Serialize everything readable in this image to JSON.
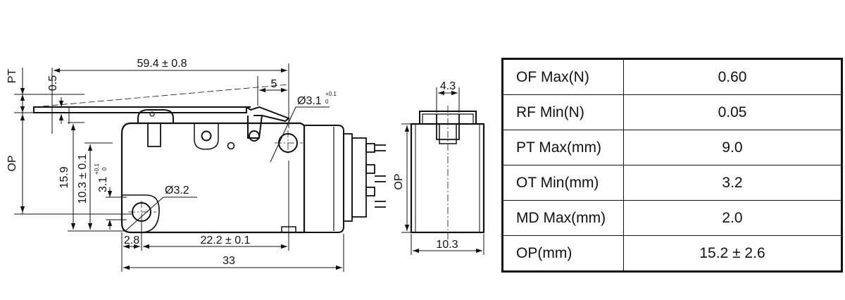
{
  "diagram": {
    "labels": {
      "pt": "PT",
      "op_left": "OP",
      "op_side": "OP",
      "dim_overall_lever": "59.4 ± 0.8",
      "dim_0_5": "0.5",
      "dim_5": "5",
      "dim_hole_top": "Ø3.1",
      "tol_hole_top_plus": "+0.1",
      "tol_hole_top_minus": "0",
      "dim_15_9": "15.9",
      "dim_10_3": "10.3 ± 0.1",
      "dim_3_1": "3.1",
      "tol_3_1_plus": "+0.1",
      "tol_3_1_minus": "0",
      "dim_hole_bottom": "Ø3.2",
      "dim_2_8": "2.8",
      "dim_22_2": "22.2 ± 0.1",
      "dim_33": "33",
      "dim_4_3": "4.3",
      "dim_10_3_width": "10.3"
    }
  },
  "spec_table": [
    {
      "param": "OF Max(N)",
      "value": "0.60"
    },
    {
      "param": "RF Min(N)",
      "value": "0.05"
    },
    {
      "param": "PT Max(mm)",
      "value": "9.0"
    },
    {
      "param": "OT Min(mm)",
      "value": "3.2"
    },
    {
      "param": "MD Max(mm)",
      "value": "2.0"
    },
    {
      "param": "OP(mm)",
      "value": "15.2 ± 2.6"
    }
  ]
}
